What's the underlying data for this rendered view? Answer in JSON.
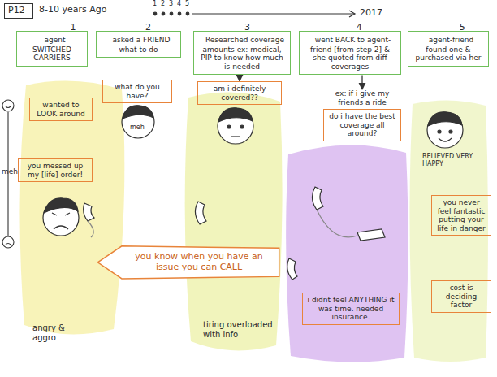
{
  "diagram": {
    "nodes": [
      {
        "text": [
          "P12"
        ]
      },
      {
        "text": [
          "1",
          "agent SWITCHED CARRIERS"
        ]
      },
      {
        "text": [
          "2",
          "asked a FRIEND what to do"
        ]
      },
      {
        "text": [
          "3",
          "Researched coverage amounts ex: medical, PIP to know how much is needed"
        ]
      },
      {
        "text": [
          "4",
          "went BACK to agent-friend [from step 2] & she quoted from diff coverages"
        ]
      },
      {
        "text": [
          "5",
          "agent-friend found one & purchased via her"
        ]
      },
      {
        "text": [
          "wanted to LOOK around"
        ]
      },
      {
        "text": [
          "what do you have?"
        ]
      },
      {
        "text": [
          "am i definitely covered??"
        ]
      },
      {
        "text": [
          "ex: if i give my friends a ride",
          "do i have the best coverage all around?"
        ]
      },
      {
        "text": [
          "you messed up my [life] order!"
        ]
      },
      {
        "text": [
          "you know when you have an issue you can CALL"
        ]
      },
      {
        "text": [
          "you never feel fantastic putting your life in danger"
        ]
      },
      {
        "text": [
          "cost is deciding factor"
        ]
      },
      {
        "text": [
          "i didnt feel ANYTHING it was time. needed insurance."
        ]
      }
    ],
    "edges": [
      {
        "from": 3,
        "to": 8,
        "arrow": "to"
      },
      {
        "from": 4,
        "to": 9,
        "arrow": "to"
      }
    ],
    "labels": [
      "8-10 years Ago",
      "1",
      "2",
      "3",
      "4",
      "5",
      "2017",
      "meh",
      "meh",
      "RELIEVED VERY HAPPY",
      "angry & aggro",
      "tiring overloaded with info"
    ]
  }
}
